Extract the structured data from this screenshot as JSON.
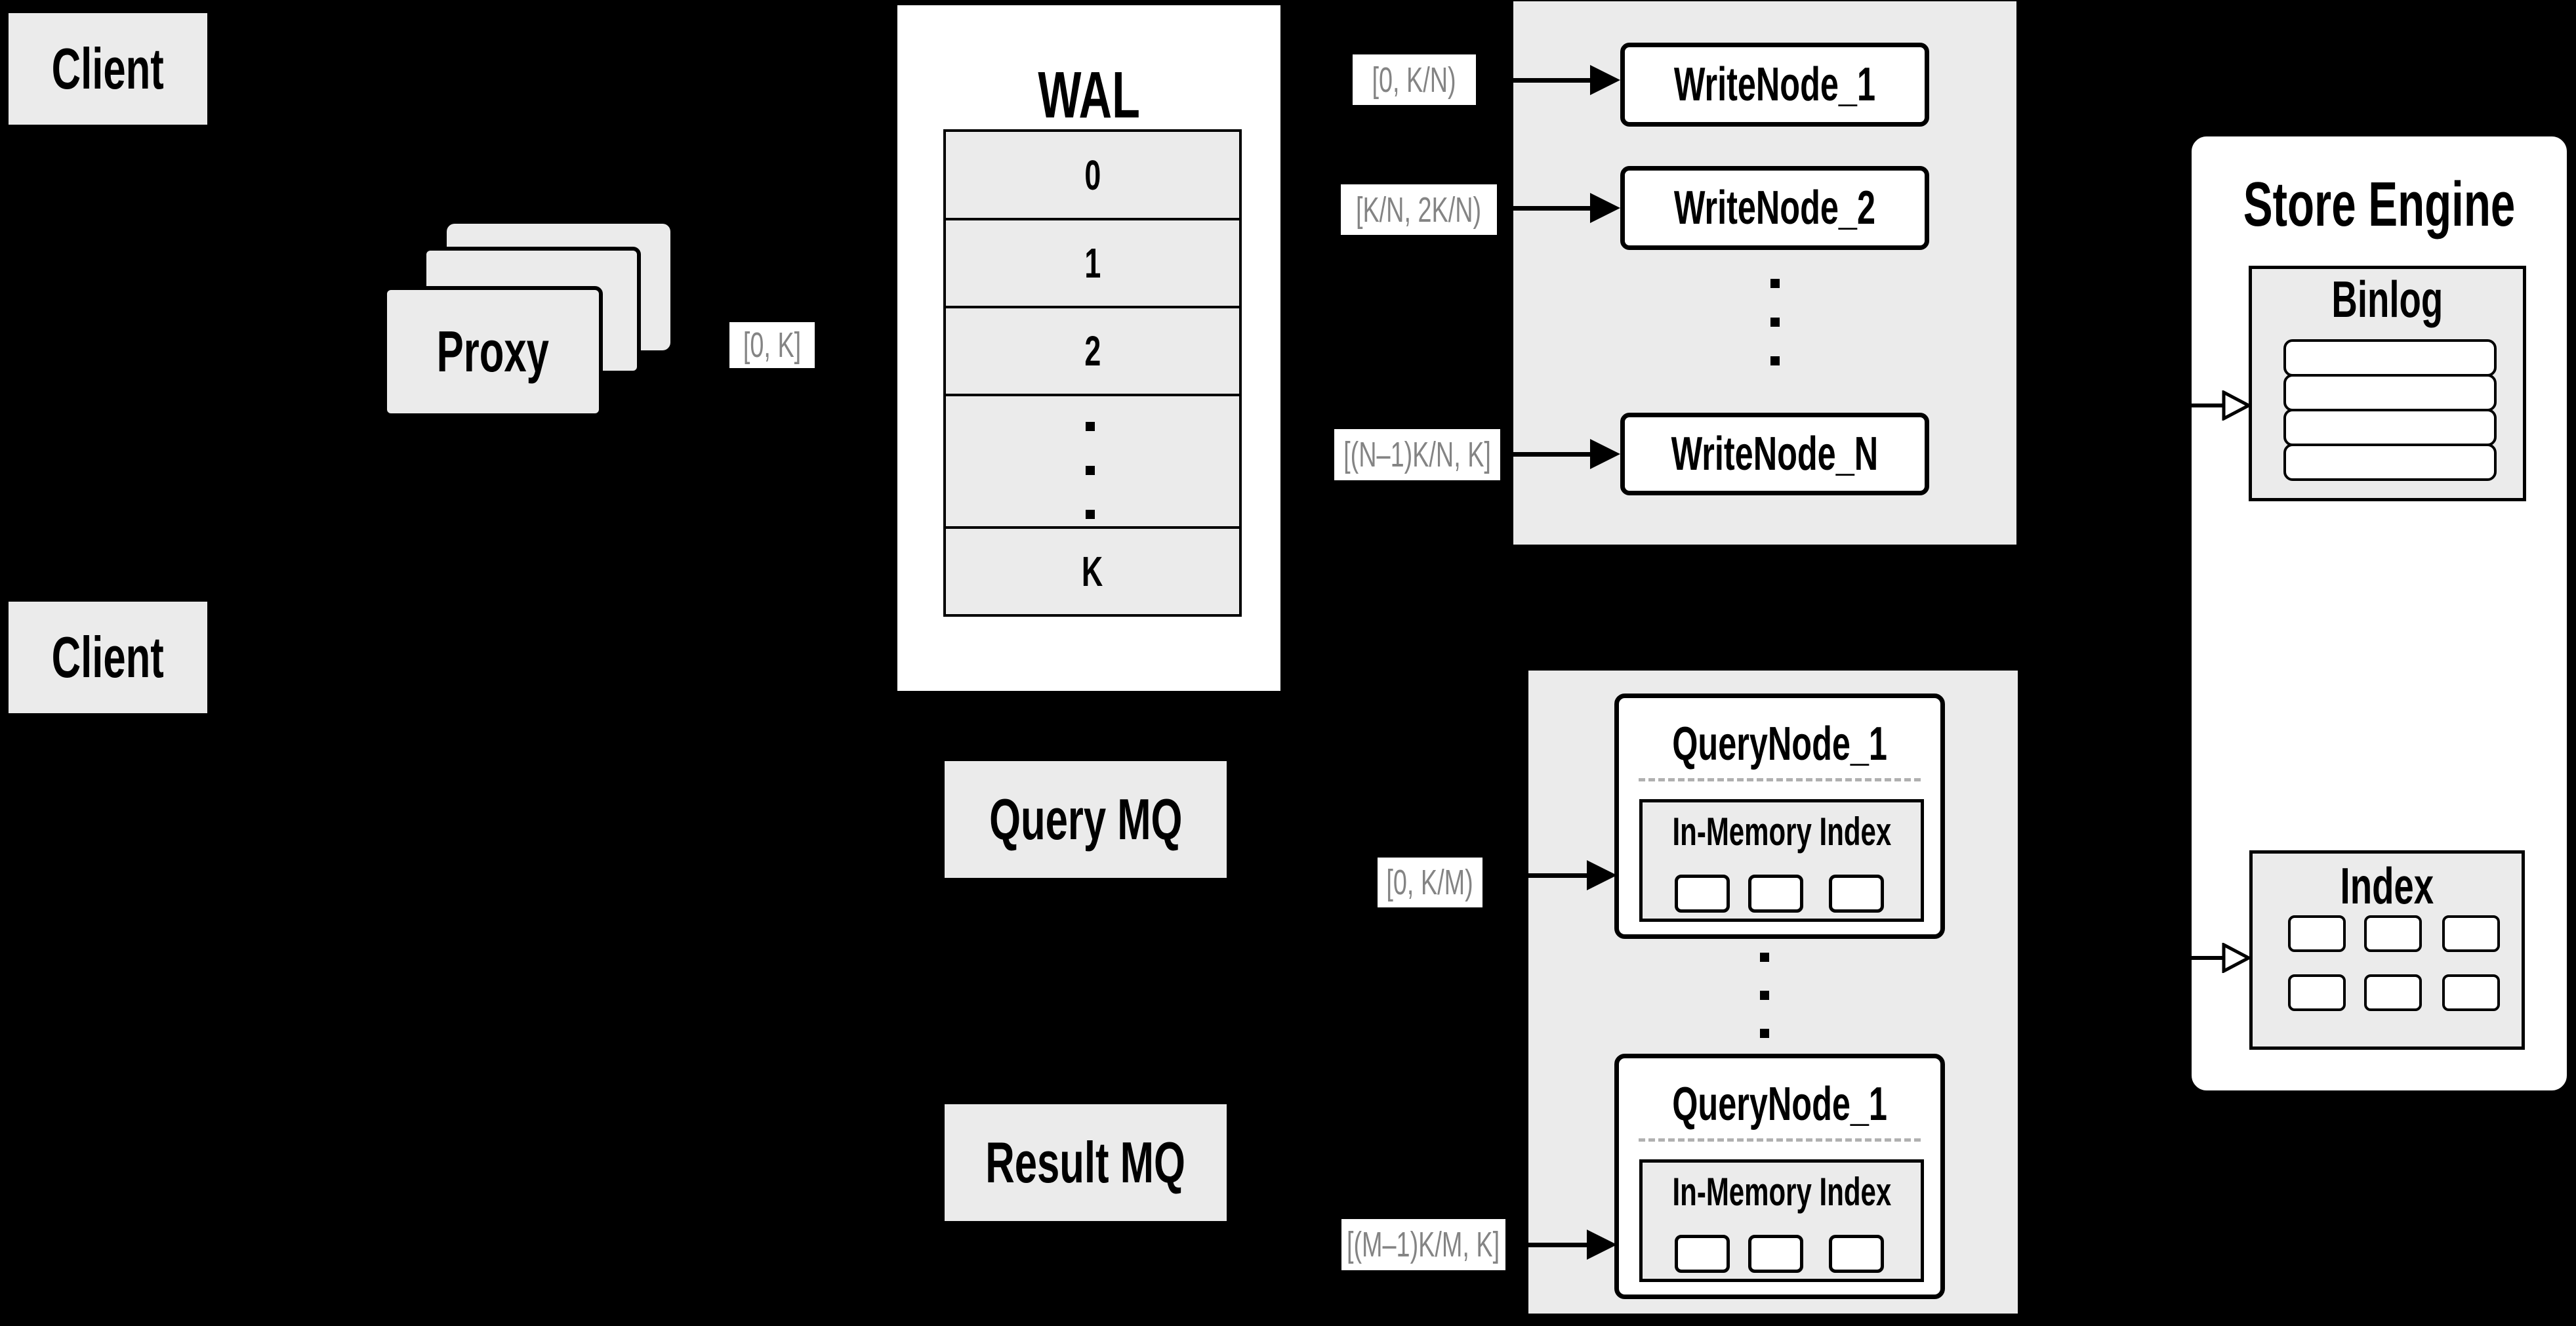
{
  "diagram": {
    "clients": {
      "top": "Client",
      "bottom": "Client"
    },
    "proxy": {
      "label": "Proxy"
    },
    "wal": {
      "title": "WAL",
      "segments": [
        "0",
        "1",
        "2",
        "K"
      ],
      "ellipsis": "⋮"
    },
    "chips": {
      "proxy_to_wal": "[0, K]",
      "write_1": "[0, K/N)",
      "write_2": "[K/N, 2K/N)",
      "write_n": "[(N–1)K/N, K]",
      "query_1": "[0, K/M)",
      "query_m": "[(M–1)K/M, K]"
    },
    "write_nodes": {
      "node_1": "WriteNode_1",
      "node_2": "WriteNode_2",
      "node_n": "WriteNode_N",
      "ellipsis": "⋮"
    },
    "store_engine": {
      "title": "Store Engine",
      "binlog": {
        "title": "Binlog"
      },
      "index": {
        "title": "Index"
      }
    },
    "mq": {
      "query": "Query MQ",
      "result": "Result MQ"
    },
    "query_nodes": {
      "ellipsis": "⋮",
      "top": {
        "title": "QueryNode_1",
        "index_title": "In-Memory Index"
      },
      "bottom": {
        "title": "QueryNode_1",
        "index_title": "In-Memory Index"
      }
    },
    "colors": {
      "background": "#000000",
      "panel_fill": "#ebebeb",
      "box_fill": "#ffffff",
      "stroke": "#000000",
      "chip_text": "#848484",
      "dash": "#b0b0b0"
    }
  }
}
